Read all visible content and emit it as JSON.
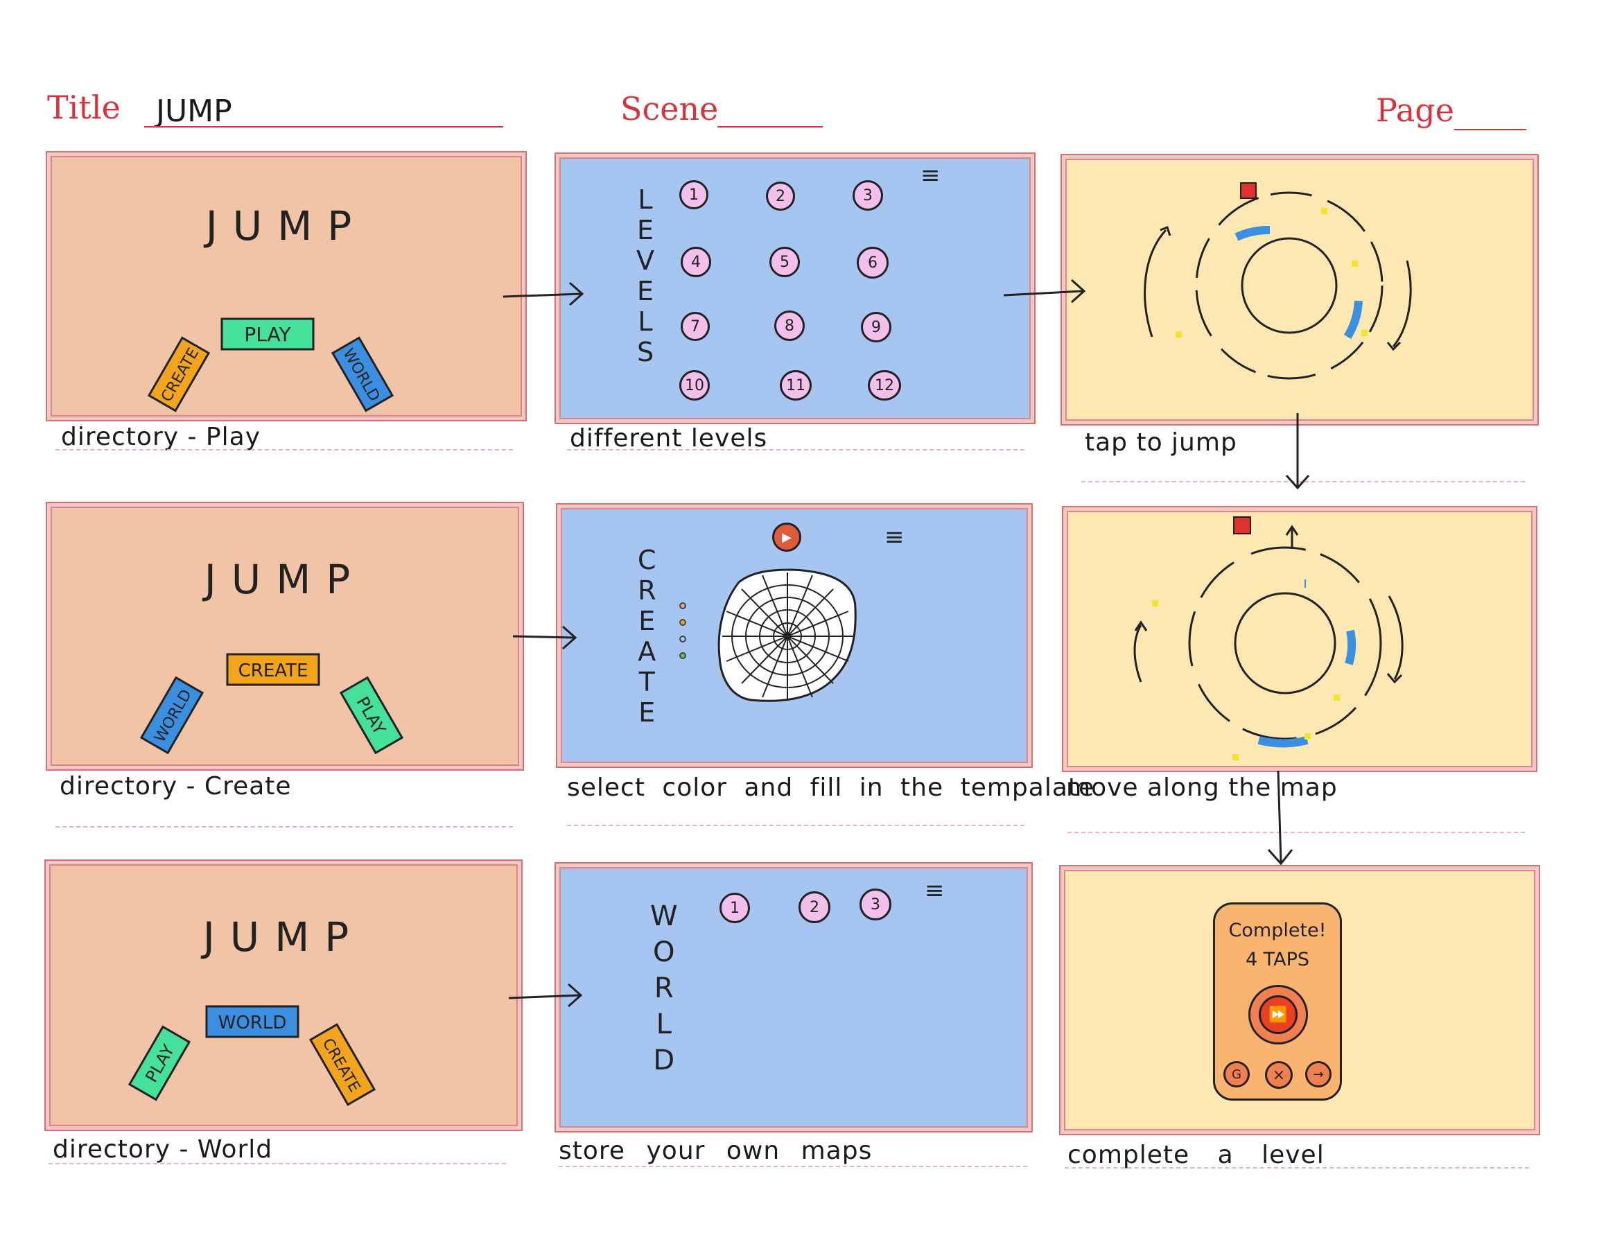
{
  "header": {
    "title_label": "Title",
    "title_value": "JUMP",
    "scene_label": "Scene",
    "page_label": "Page"
  },
  "colors": {
    "menu_panel": "#f2c4a7",
    "blue_panel": "#a6c5f0",
    "game_panel": "#fde8b3",
    "play_tab": "#45e09a",
    "create_tab": "#f2a51c",
    "world_tab": "#3b8fe0",
    "header_red": "#d9323c"
  },
  "rows": [
    {
      "menu": {
        "logo": "JUMP",
        "tabs": [
          {
            "label": "CREATE",
            "color": "#f2a51c"
          },
          {
            "label": "PLAY",
            "color": "#45e09a"
          },
          {
            "label": "WORLD",
            "color": "#3b8fe0"
          }
        ],
        "caption": "directory - Play"
      },
      "middle": {
        "side_word": [
          "L",
          "E",
          "V",
          "E",
          "L",
          "S"
        ],
        "items": [
          "1",
          "2",
          "3",
          "4",
          "5",
          "6",
          "7",
          "8",
          "9",
          "10",
          "11",
          "12"
        ],
        "menu_icon": "≡",
        "caption": "different levels"
      },
      "right": {
        "caption": "tap to jump"
      }
    },
    {
      "menu": {
        "logo": "JUMP",
        "tabs": [
          {
            "label": "WORLD",
            "color": "#3b8fe0"
          },
          {
            "label": "CREATE",
            "color": "#f2a51c"
          },
          {
            "label": "PLAY",
            "color": "#45e09a"
          }
        ],
        "caption": "directory - Create"
      },
      "middle": {
        "side_word": [
          "C",
          "R",
          "E",
          "A",
          "T",
          "E"
        ],
        "menu_icon": "≡",
        "play_icon": "▶",
        "caption": "select color and fill in the tempalate"
      },
      "right": {
        "caption": "move along the map"
      }
    },
    {
      "menu": {
        "logo": "JUMP",
        "tabs": [
          {
            "label": "PLAY",
            "color": "#45e09a"
          },
          {
            "label": "WORLD",
            "color": "#3b8fe0"
          },
          {
            "label": "CREATE",
            "color": "#f2a51c"
          }
        ],
        "caption": "directory - World"
      },
      "middle": {
        "side_word": [
          "W",
          "O",
          "R",
          "L",
          "D"
        ],
        "items": [
          "1",
          "2",
          "3"
        ],
        "menu_icon": "≡",
        "caption": "store your own maps"
      },
      "right": {
        "complete_text": "Complete!",
        "taps_text": "4 TAPS",
        "next_icon": "⏩",
        "buttons": [
          "G",
          "×",
          "→"
        ],
        "caption": "complete a level"
      }
    }
  ]
}
